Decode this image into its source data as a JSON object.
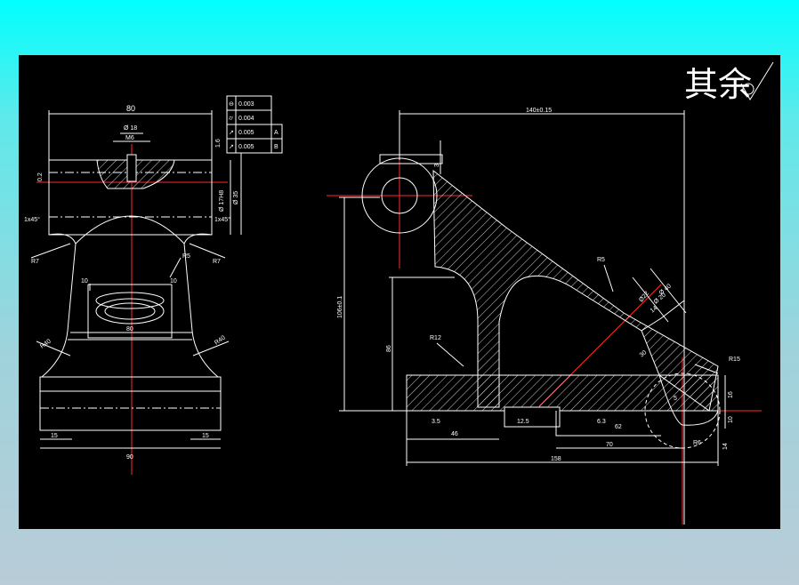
{
  "roughness_note": {
    "text": "其余"
  },
  "front_view": {
    "dims": {
      "top_width": "80",
      "d18": "Ø 18",
      "m6": "M6",
      "d17": "Ø 17H8",
      "d35": "Ø 35",
      "c1": "1x45°",
      "c2": "1x45°",
      "r7a": "R7",
      "r7b": "R7",
      "r5": "R5",
      "w10a": "10",
      "w10b": "10",
      "w80": "80",
      "r40a": "R40",
      "r40b": "R40",
      "w15a": "15",
      "w15b": "15",
      "base": "90",
      "h1": "0.2",
      "h2": "1.6"
    },
    "tolerance_frame": [
      {
        "sym": "⊖",
        "value": "0.003",
        "datum": ""
      },
      {
        "sym": "⌭",
        "value": "0.004",
        "datum": ""
      },
      {
        "sym": "↗",
        "value": "0.005",
        "datum": "A"
      },
      {
        "sym": "↗",
        "value": "0.005",
        "datum": "B"
      }
    ]
  },
  "side_view": {
    "dims": {
      "w140": "140±0.15",
      "h106": "106±0.1",
      "h86": "86",
      "r12": "R12",
      "r5": "R5",
      "r15": "R15",
      "d40": "Ø 40",
      "d20": "Ø 20",
      "d22": "Ø22",
      "m14": "14",
      "a30": "30",
      "w46": "46",
      "w70": "70",
      "w158": "158",
      "w62": "62",
      "h16": "16",
      "h10": "10",
      "w5": "5",
      "r6": "R6",
      "w14": "14",
      "s3": "3",
      "s35": "3.5",
      "s125": "12.5",
      "s63": "6.3"
    }
  }
}
